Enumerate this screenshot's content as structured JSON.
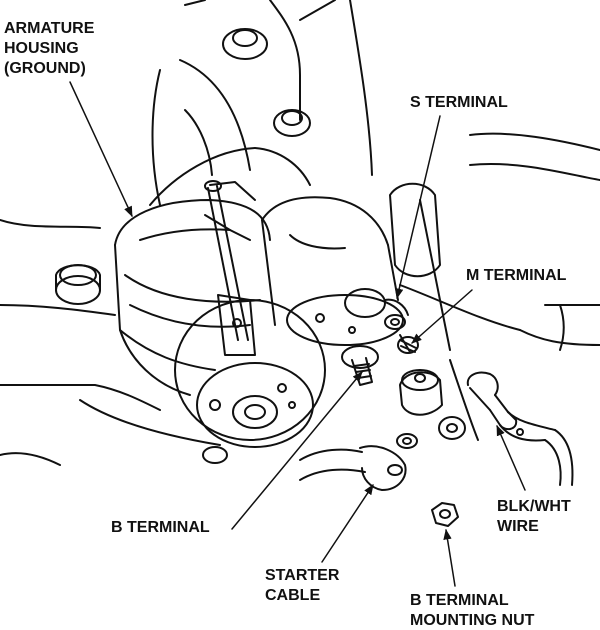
{
  "labels": {
    "armature_housing": [
      "ARMATURE",
      "HOUSING",
      "(GROUND)"
    ],
    "s_terminal": "S TERMINAL",
    "m_terminal": "M TERMINAL",
    "b_terminal": "B TERMINAL",
    "starter_cable": [
      "STARTER",
      "CABLE"
    ],
    "blk_wht_wire": [
      "BLK/WHT",
      "WIRE"
    ],
    "b_terminal_nut": [
      "B TERMINAL",
      "MOUNTING NUT"
    ]
  },
  "colors": {
    "line": "#111111",
    "background": "#ffffff"
  }
}
